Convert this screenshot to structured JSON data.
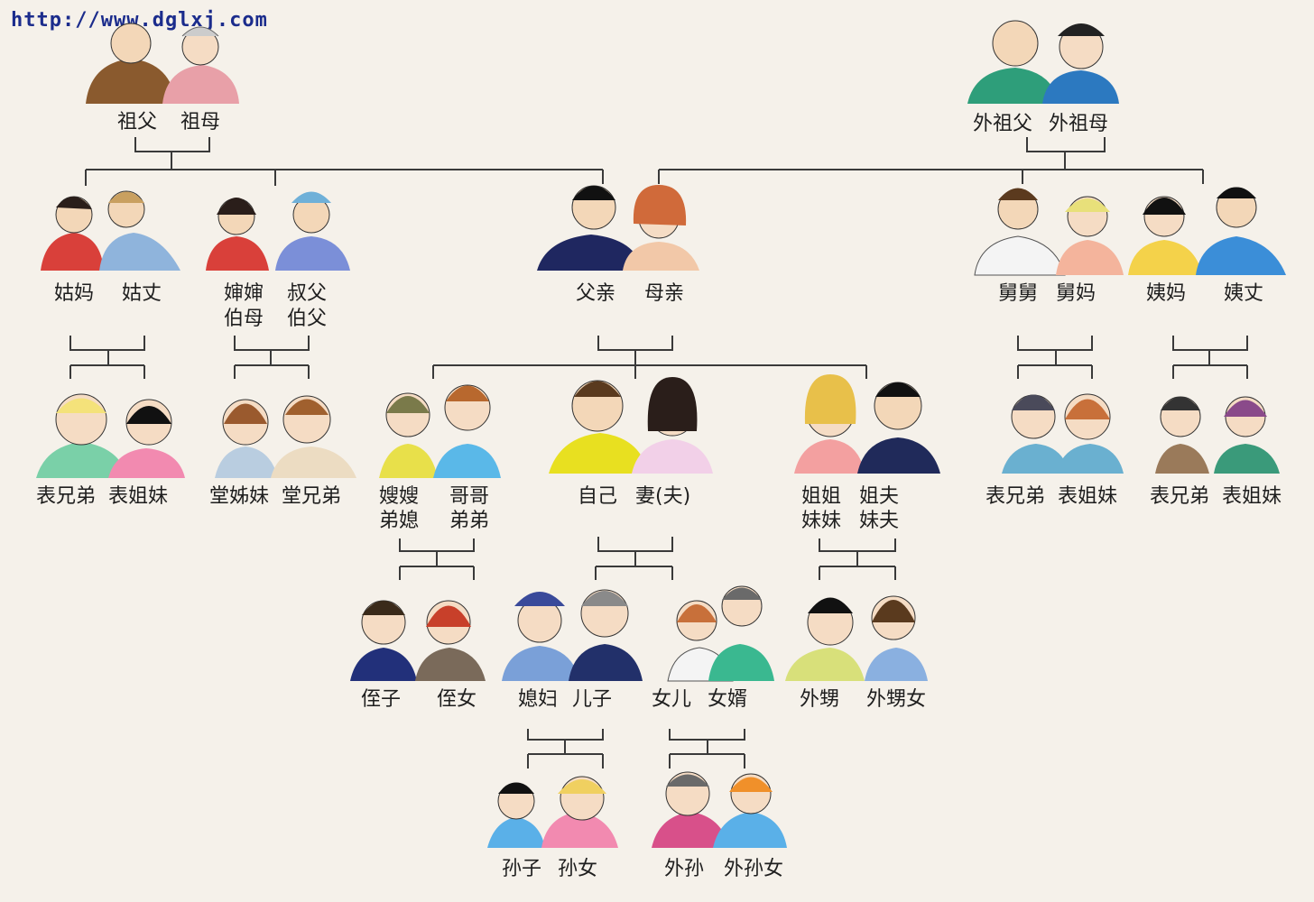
{
  "url": "http://www.dglxj.com",
  "labels": {
    "zufu": "祖父",
    "zumu": "祖母",
    "waizufu": "外祖父",
    "waizumu": "外祖母",
    "guma": "姑妈",
    "guzhang": "姑丈",
    "shenshen": "婶婶",
    "boMu": "伯母",
    "shufu": "叔父",
    "bofu": "伯父",
    "fuqin": "父亲",
    "muqin": "母亲",
    "jiujiu": "舅舅",
    "jiuma": "舅妈",
    "yima": "姨妈",
    "yizhang": "姨丈",
    "c1a": "表兄弟",
    "c1b": "表姐妹",
    "c2a": "堂姊妹",
    "c2b": "堂兄弟",
    "sao": "嫂嫂",
    "dixi": "弟媳",
    "gege": "哥哥",
    "didi": "弟弟",
    "ziji": "自己",
    "qi": "妻(夫)",
    "jiejie": "姐姐",
    "meimei": "妹妹",
    "jiefu": "姐夫",
    "meifu": "妹夫",
    "c3a": "表兄弟",
    "c3b": "表姐妹",
    "c4a": "表兄弟",
    "c4b": "表姐妹",
    "zhizi": "侄子",
    "zhinv": "侄女",
    "xifu": "媳妇",
    "erzi": "儿子",
    "nver": "女儿",
    "nvxu": "女婿",
    "waisheng": "外甥",
    "waishengnv": "外甥女",
    "sunzi": "孙子",
    "sunnv": "孙女",
    "waisun": "外孙",
    "waisunnv": "外孙女"
  },
  "colors": {
    "line": "#3a3a3a",
    "background": "#f5f1ea",
    "url": "#1b2c8c"
  }
}
